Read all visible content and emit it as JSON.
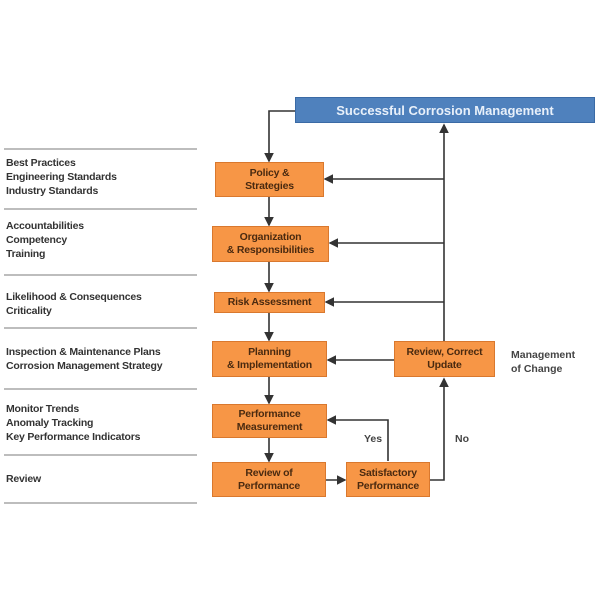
{
  "title": "Successful Corrosion Management",
  "left_labels": [
    {
      "lines": [
        "Best Practices",
        "Engineering Standards",
        "Industry Standards"
      ]
    },
    {
      "lines": [
        "Accountabilities",
        "Competency",
        "Training"
      ]
    },
    {
      "lines": [
        "Likelihood & Consequences",
        "Criticality"
      ]
    },
    {
      "lines": [
        "Inspection & Maintenance Plans",
        "Corrosion Management Strategy"
      ]
    },
    {
      "lines": [
        "Monitor Trends",
        "Anomaly Tracking",
        "Key Performance Indicators"
      ]
    },
    {
      "lines": [
        "Review"
      ]
    }
  ],
  "boxes": {
    "policy": [
      "Policy &",
      "Strategies"
    ],
    "organization": [
      "Organization",
      "& Responsibilities"
    ],
    "risk": [
      "Risk Assessment"
    ],
    "planning": [
      "Planning",
      "& Implementation"
    ],
    "measurement": [
      "Performance",
      "Measurement"
    ],
    "review_perf": [
      "Review of",
      "Performance"
    ],
    "satisfactory": [
      "Satisfactory",
      "Performance"
    ],
    "review_correct": [
      "Review, Correct",
      "Update"
    ]
  },
  "management_of_change": [
    "Management",
    "of Change"
  ],
  "edge_labels": {
    "yes": "Yes",
    "no": "No"
  },
  "colors": {
    "process_box": "#f79646",
    "title_box": "#4f81bd",
    "divider": "#bdbdbd",
    "arrow": "#333333"
  }
}
